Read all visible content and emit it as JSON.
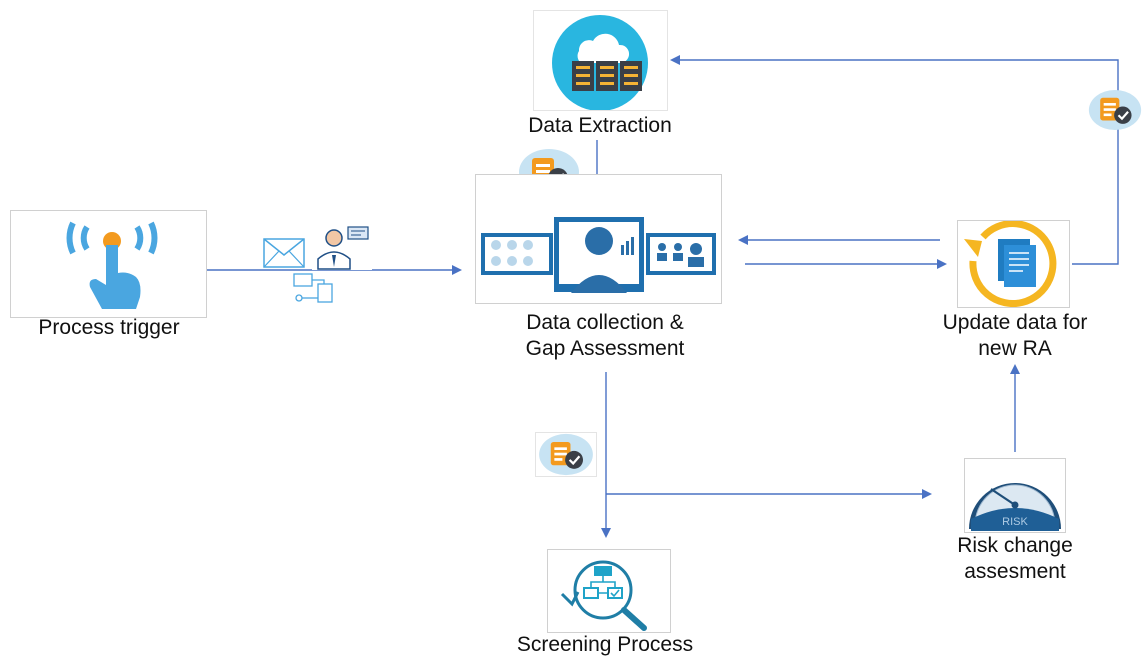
{
  "nodes": {
    "data_extraction": {
      "label": "Data Extraction",
      "icon": "cloud-server-icon"
    },
    "data_collection": {
      "label": "Data collection &\nGap Assessment",
      "icon": "analyst-dashboard-icon"
    },
    "process_trigger": {
      "label": "Process trigger",
      "icon": "touch-signal-icon"
    },
    "update_data": {
      "label": "Update data for\nnew RA",
      "icon": "refresh-document-icon"
    },
    "risk_change": {
      "label": "Risk change\nassesment",
      "icon": "risk-gauge-icon"
    },
    "screening": {
      "label": "Screening Process",
      "icon": "process-search-icon"
    }
  },
  "gauge_text": "RISK",
  "colors": {
    "arrow": "#4a72c4",
    "blue": "#1f7cc1",
    "orange": "#f39a1e",
    "teal": "#29a3d6"
  }
}
